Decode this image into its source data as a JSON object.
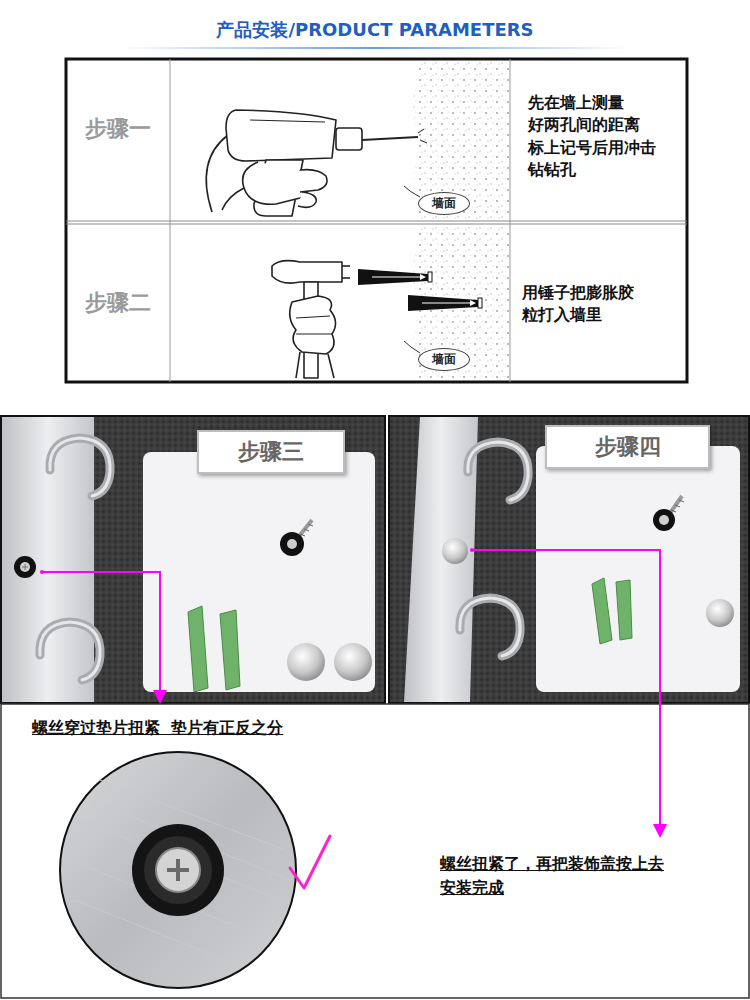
{
  "diagram": {
    "title": "产品安装/PRODUCT PARAMETERS",
    "nodes": [
      {
        "text": [
          "墙面"
        ]
      },
      {
        "text": [
          "墙面"
        ]
      },
      {
        "text": [
          "步骤三"
        ]
      },
      {
        "text": [
          "步骤四"
        ]
      }
    ],
    "labels": [
      "步骤一",
      "先在墙上测量 好两孔间的距离 标上记号后用冲击 钻钻孔",
      "步骤二",
      "用锤子把膨胀胶 粒打入墙里",
      "螺丝穿过垫片扭紧  垫片有正反之分",
      "螺丝扭紧了，再把装饰盖按上去 安装完成"
    ]
  }
}
